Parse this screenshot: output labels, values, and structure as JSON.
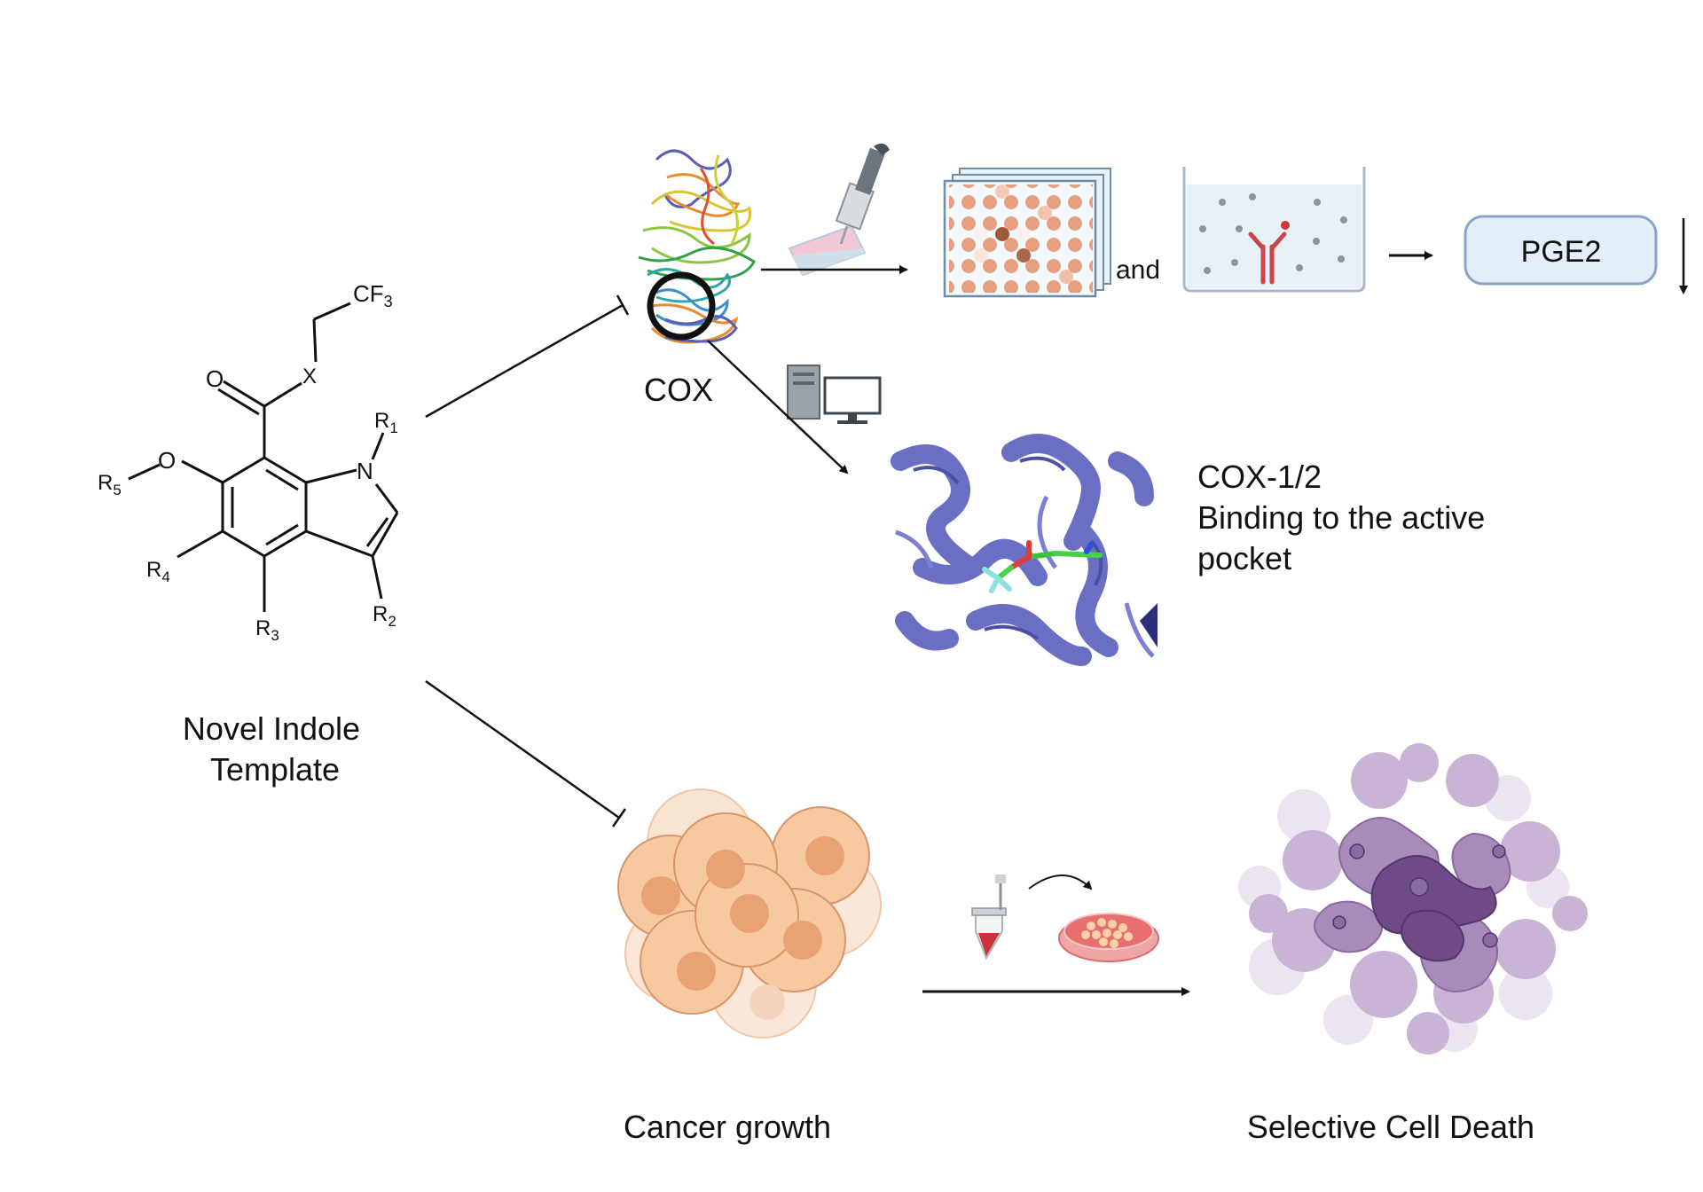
{
  "molecule": {
    "label_line1": "Novel Indole",
    "label_line2": "Template",
    "atoms": {
      "cf3": "CF",
      "cf3_sub": "3",
      "o_carbonyl": "O",
      "x": "X",
      "n": "N",
      "r1": "R",
      "r1_sub": "1",
      "r2": "R",
      "r2_sub": "2",
      "r3": "R",
      "r3_sub": "3",
      "r4": "R",
      "r4_sub": "4",
      "r5": "R",
      "r5_sub": "5",
      "o_ether": "O"
    }
  },
  "cox": {
    "label": "COX"
  },
  "assay": {
    "and_label": "and",
    "result_label": "PGE2"
  },
  "docking": {
    "line1": "COX-1/2",
    "line2": "Binding to the active",
    "line3": "pocket"
  },
  "cancer": {
    "label": "Cancer growth"
  },
  "death": {
    "label": "Selective Cell Death"
  },
  "colors": {
    "protein": "#6b6fc4",
    "cell_fill": "#f6c9a1",
    "cell_nucleus": "#e8a274",
    "death_purple": "#8a6aa0",
    "pge2_box": "#e3eef8"
  }
}
